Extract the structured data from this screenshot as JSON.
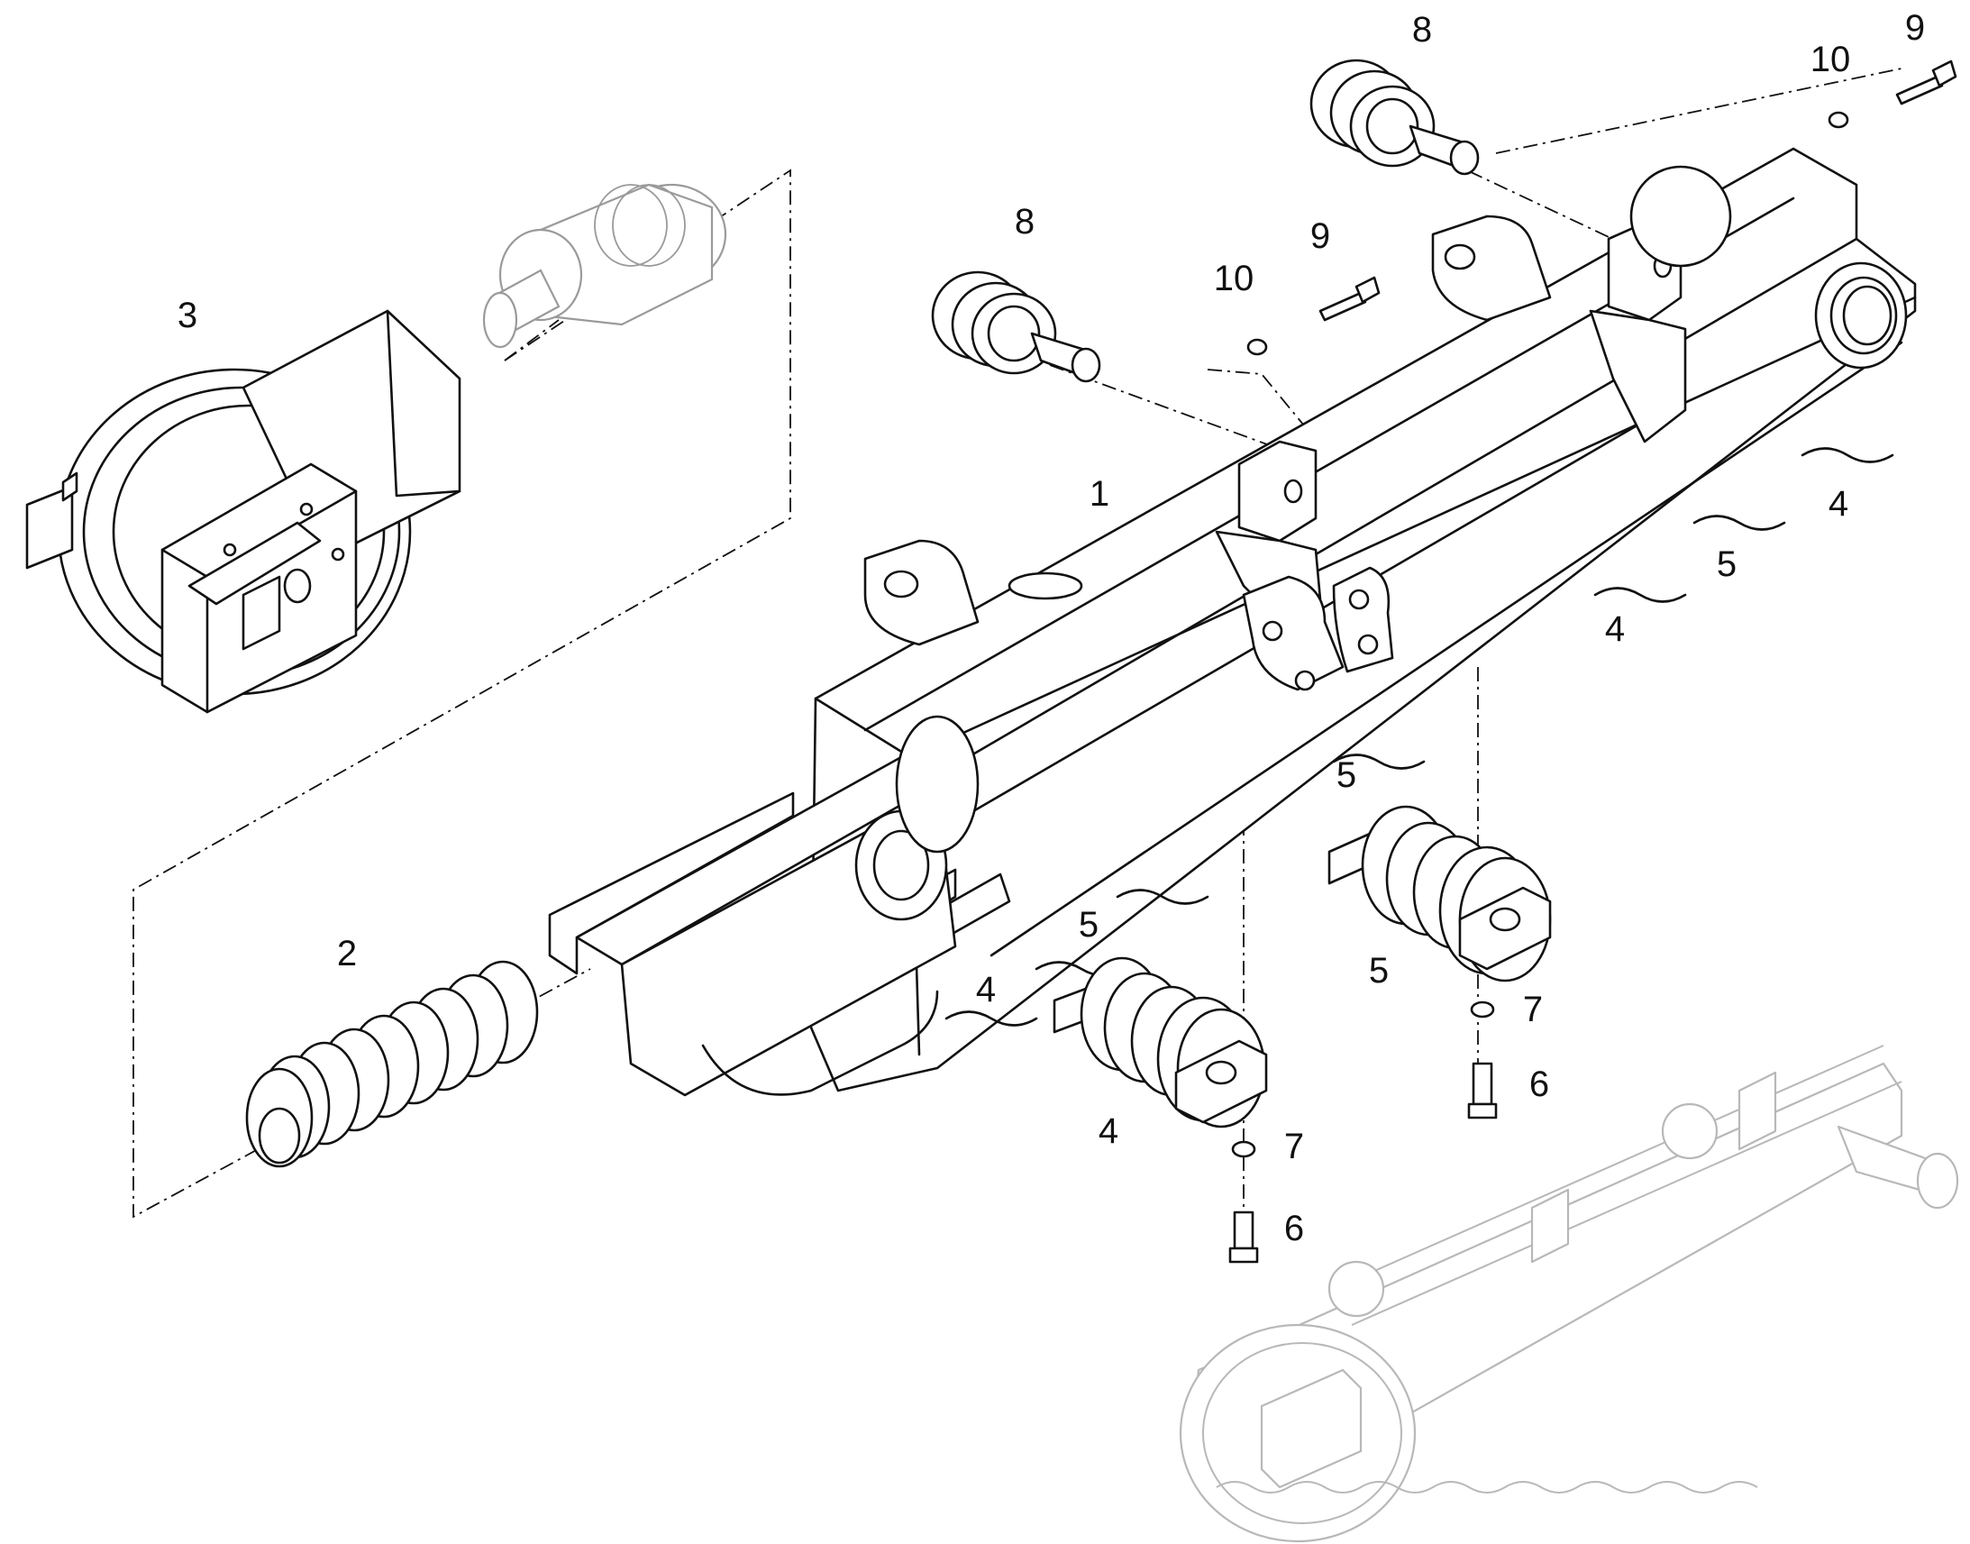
{
  "diagram": {
    "callouts": [
      {
        "id": "c1",
        "text": "1"
      },
      {
        "id": "c2",
        "text": "2"
      },
      {
        "id": "c3",
        "text": "3"
      },
      {
        "id": "c4a",
        "text": "4"
      },
      {
        "id": "c4b",
        "text": "4"
      },
      {
        "id": "c4c",
        "text": "4"
      },
      {
        "id": "c4d",
        "text": "4"
      },
      {
        "id": "c5a",
        "text": "5"
      },
      {
        "id": "c5b",
        "text": "5"
      },
      {
        "id": "c5c",
        "text": "5"
      },
      {
        "id": "c5d",
        "text": "5"
      },
      {
        "id": "c6a",
        "text": "6"
      },
      {
        "id": "c6b",
        "text": "6"
      },
      {
        "id": "c7a",
        "text": "7"
      },
      {
        "id": "c7b",
        "text": "7"
      },
      {
        "id": "c8a",
        "text": "8"
      },
      {
        "id": "c8b",
        "text": "8"
      },
      {
        "id": "c9a",
        "text": "9"
      },
      {
        "id": "c9b",
        "text": "9"
      },
      {
        "id": "c10a",
        "text": "10"
      },
      {
        "id": "c10b",
        "text": "10"
      }
    ]
  }
}
